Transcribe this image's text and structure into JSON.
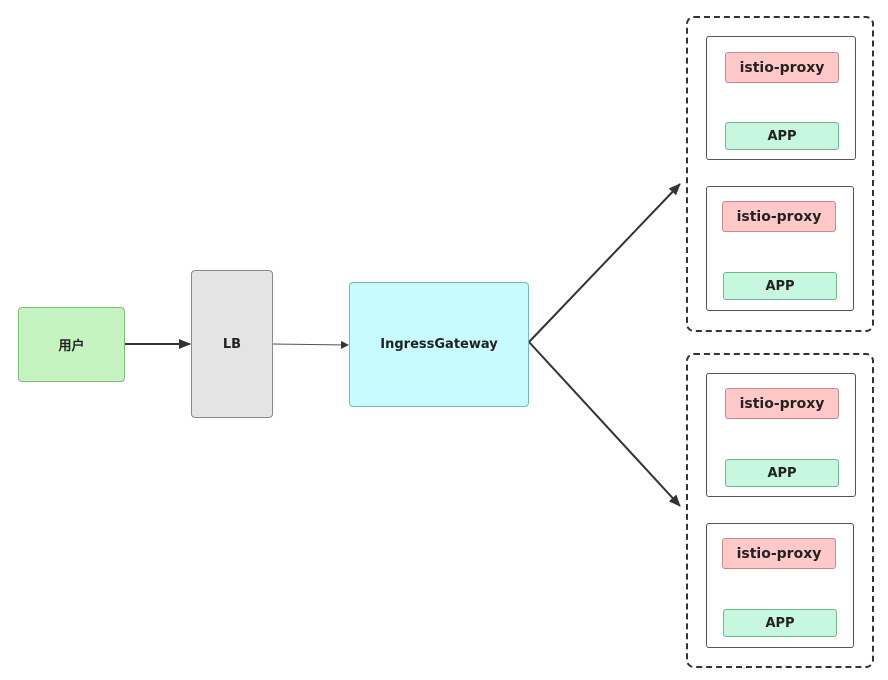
{
  "colors": {
    "user": "#c6f4c1",
    "lb": "#e4e4e4",
    "gateway": "#c8fbfd",
    "proxy": "#ffc9c9",
    "app": "#c8f7df",
    "edge": "#333333"
  },
  "nodes": {
    "user": "用户",
    "lb": "LB",
    "gateway": "IngressGateway"
  },
  "clusters": [
    {
      "pods": [
        {
          "proxy": "istio-proxy",
          "app": "APP"
        },
        {
          "proxy": "istio-proxy",
          "app": "APP"
        }
      ]
    },
    {
      "pods": [
        {
          "proxy": "istio-proxy",
          "app": "APP"
        },
        {
          "proxy": "istio-proxy",
          "app": "APP"
        }
      ]
    }
  ]
}
